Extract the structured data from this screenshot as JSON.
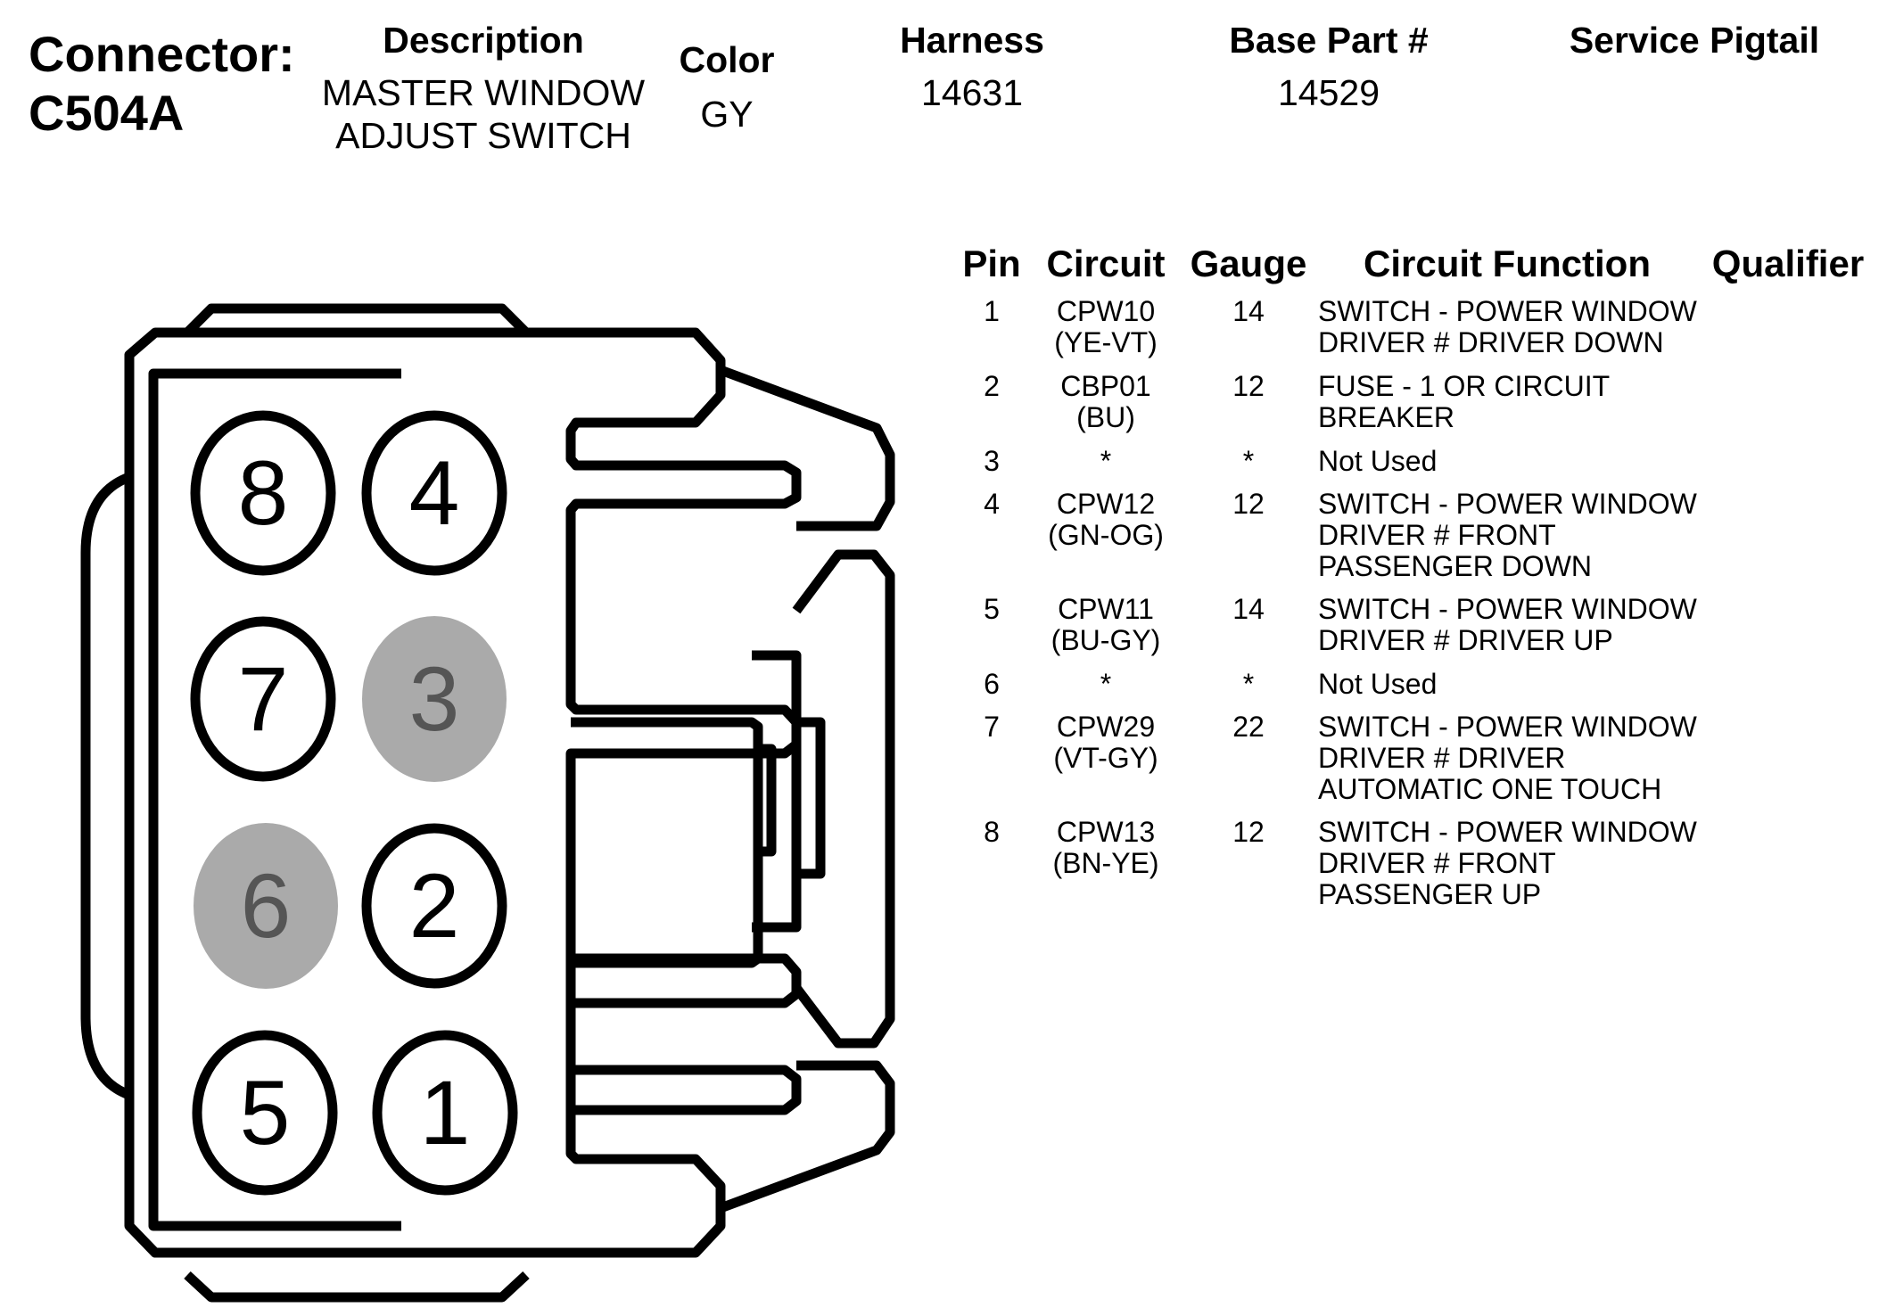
{
  "header": {
    "connector_label": "Connector:",
    "connector_id": "C504A",
    "description_label": "Description",
    "description_lines": [
      "MASTER WINDOW",
      "ADJUST SWITCH"
    ],
    "color_label": "Color",
    "color_value": "GY",
    "harness_label": "Harness",
    "harness_value": "14631",
    "base_part_label": "Base Part #",
    "base_part_value": "14529",
    "service_pigtail_label": "Service Pigtail",
    "service_pigtail_value": ""
  },
  "table": {
    "columns": [
      "Pin",
      "Circuit",
      "Gauge",
      "Circuit Function",
      "Qualifier"
    ],
    "rows": [
      {
        "pin": "1",
        "circuit": [
          "CPW10",
          "(YE-VT)"
        ],
        "gauge": "14",
        "function": [
          "SWITCH - POWER WINDOW",
          "DRIVER # DRIVER DOWN"
        ],
        "qualifier": ""
      },
      {
        "pin": "2",
        "circuit": [
          "CBP01",
          "(BU)"
        ],
        "gauge": "12",
        "function": [
          "FUSE - 1 OR CIRCUIT",
          "BREAKER"
        ],
        "qualifier": ""
      },
      {
        "pin": "3",
        "circuit": [
          "*"
        ],
        "gauge": "*",
        "function": [
          "Not Used"
        ],
        "qualifier": ""
      },
      {
        "pin": "4",
        "circuit": [
          "CPW12",
          "(GN-OG)"
        ],
        "gauge": "12",
        "function": [
          "SWITCH - POWER WINDOW",
          "DRIVER # FRONT",
          "PASSENGER DOWN"
        ],
        "qualifier": ""
      },
      {
        "pin": "5",
        "circuit": [
          "CPW11",
          "(BU-GY)"
        ],
        "gauge": "14",
        "function": [
          "SWITCH - POWER WINDOW",
          "DRIVER # DRIVER UP"
        ],
        "qualifier": ""
      },
      {
        "pin": "6",
        "circuit": [
          "*"
        ],
        "gauge": "*",
        "function": [
          "Not Used"
        ],
        "qualifier": ""
      },
      {
        "pin": "7",
        "circuit": [
          "CPW29",
          "(VT-GY)"
        ],
        "gauge": "22",
        "function": [
          "SWITCH - POWER WINDOW",
          "DRIVER # DRIVER",
          "AUTOMATIC ONE TOUCH"
        ],
        "qualifier": ""
      },
      {
        "pin": "8",
        "circuit": [
          "CPW13",
          "(BN-YE)"
        ],
        "gauge": "12",
        "function": [
          "SWITCH - POWER WINDOW",
          "DRIVER # FRONT",
          "PASSENGER UP"
        ],
        "qualifier": ""
      }
    ]
  },
  "diagram": {
    "cavities": [
      {
        "pin": "8",
        "used": true
      },
      {
        "pin": "4",
        "used": true
      },
      {
        "pin": "7",
        "used": true
      },
      {
        "pin": "3",
        "used": false
      },
      {
        "pin": "6",
        "used": false
      },
      {
        "pin": "2",
        "used": true
      },
      {
        "pin": "5",
        "used": true
      },
      {
        "pin": "1",
        "used": true
      }
    ],
    "colors": {
      "outline": "#000000",
      "unused_fill": "#aaaaaa",
      "unused_text": "#555555",
      "used_fill": "#ffffff"
    }
  }
}
